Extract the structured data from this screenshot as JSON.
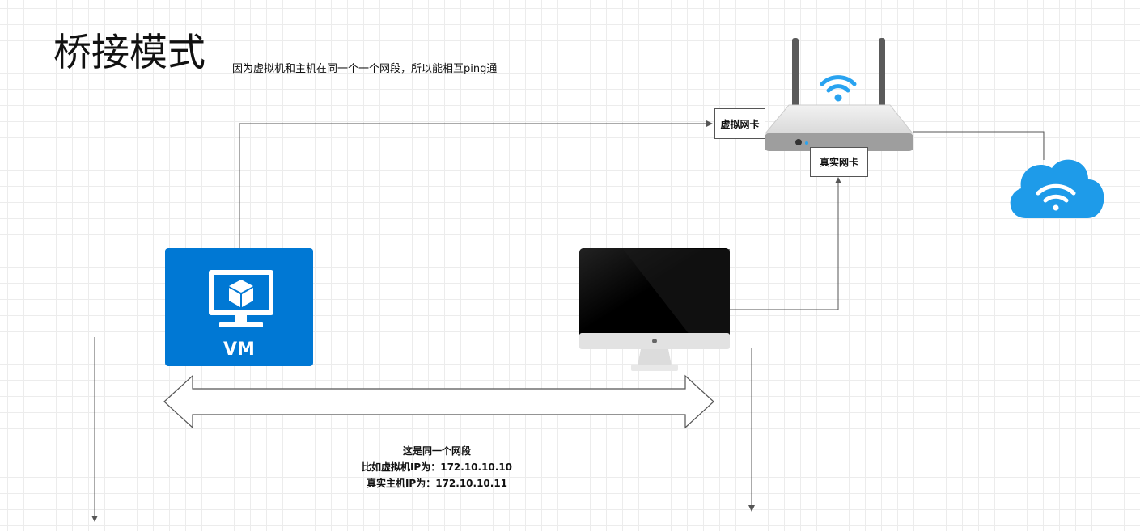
{
  "title": "桥接模式",
  "subtitle": "因为虚拟机和主机在同一个一个网段，所以能相互ping通",
  "router": {
    "virtual_nic_label": "虚拟网卡",
    "real_nic_label": "真实网卡"
  },
  "vm": {
    "label": "VM",
    "color": "#0078d4"
  },
  "cloud_color": "#1e9be9",
  "wifi_color": "#29a3f0",
  "note": {
    "line1": "这是同一个网段",
    "line2": "比如虚拟机IP为：172.10.10.10",
    "line3": "真实主机IP为：172.10.10.11"
  }
}
